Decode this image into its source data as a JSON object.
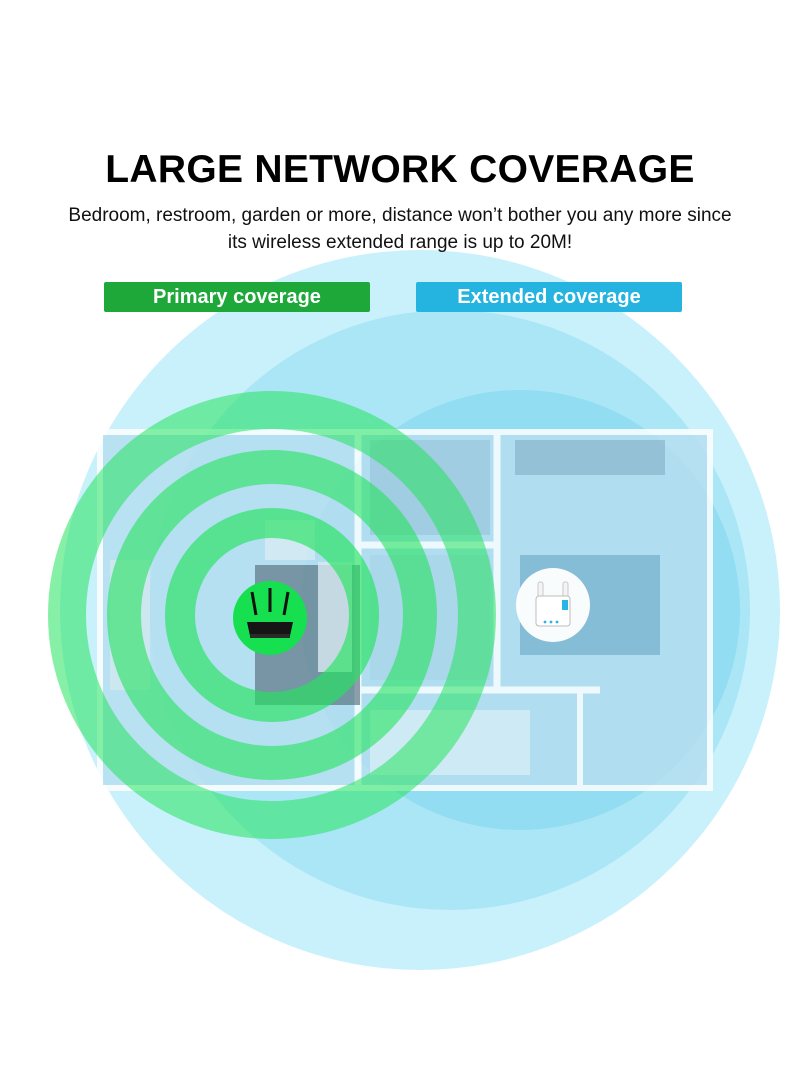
{
  "header": {
    "title": "LARGE NETWORK COVERAGE",
    "subtitle": "Bedroom, restroom, garden or more, distance won’t bother you any more since its wireless extended range is up to 20M!"
  },
  "legend": {
    "primary_label": "Primary coverage",
    "extended_label": "Extended coverage"
  },
  "colors": {
    "primary": "#1ea83a",
    "extended": "#25b4e0"
  },
  "icons": {
    "router": "router-icon",
    "extender": "wifi-extender-icon"
  }
}
